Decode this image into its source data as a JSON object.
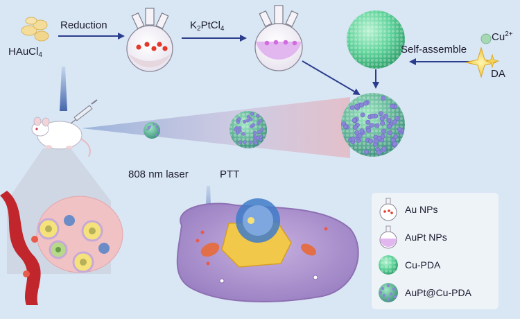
{
  "labels": {
    "haucl4": {
      "pre": "HAuCl",
      "sub": "4"
    },
    "reduction": "Reduction",
    "k2ptcl4": {
      "a": "K",
      "a_sub": "2",
      "b": "PtCl",
      "b_sub": "4"
    },
    "self_assemble": "Self-assemble",
    "cu": {
      "base": "Cu",
      "sup": "2+"
    },
    "da": "DA",
    "laser": "808 nm laser",
    "ptt": "PTT"
  },
  "legend": [
    {
      "key": "au",
      "label": "Au NPs"
    },
    {
      "key": "aupt",
      "label": "AuPt NPs"
    },
    {
      "key": "cupda",
      "label": "Cu-PDA"
    },
    {
      "key": "composite",
      "label": "AuPt@Cu-PDA"
    }
  ],
  "colors": {
    "background": "#d9e6f4",
    "arrow": "#2a3d8c",
    "au_dot": "#e23a2a",
    "aupt_liquid": "#e2b6ef",
    "cupda_green": "#5fd39a",
    "aupt_purple": "#8a86d8",
    "cell_purple": "#a58bc8",
    "vessel_red": "#c0262c"
  }
}
